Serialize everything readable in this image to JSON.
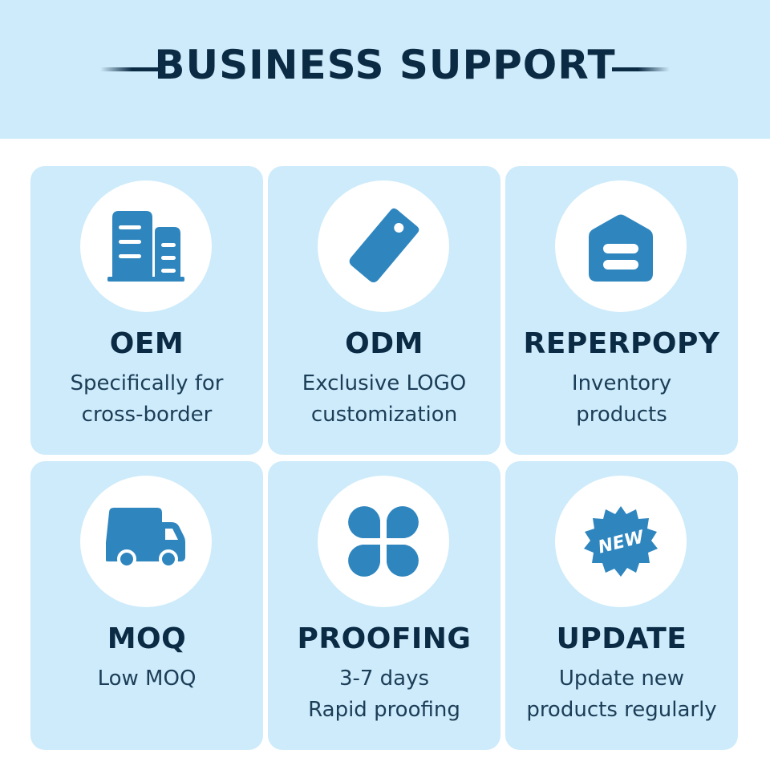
{
  "header": {
    "title": "BUSINESS SUPPORT"
  },
  "accent_color": "#2f86bf",
  "cards": [
    {
      "title": "OEM",
      "lines": [
        "Specifically for",
        "cross-border"
      ],
      "icon": "buildings-icon"
    },
    {
      "title": "ODM",
      "lines": [
        "Exclusive LOGO",
        "customization"
      ],
      "icon": "tag-icon"
    },
    {
      "title": "REPERPOPY",
      "lines": [
        "Inventory",
        "products"
      ],
      "icon": "warehouse-icon"
    },
    {
      "title": "MOQ",
      "lines": [
        "Low MOQ"
      ],
      "icon": "truck-icon"
    },
    {
      "title": "PROOFING",
      "lines": [
        "3-7 days",
        "Rapid proofing"
      ],
      "icon": "four-petals-icon"
    },
    {
      "title": "UPDATE",
      "lines": [
        "Update new",
        "products regularly"
      ],
      "icon": "new-badge-icon",
      "badge_text": "NEW"
    }
  ]
}
